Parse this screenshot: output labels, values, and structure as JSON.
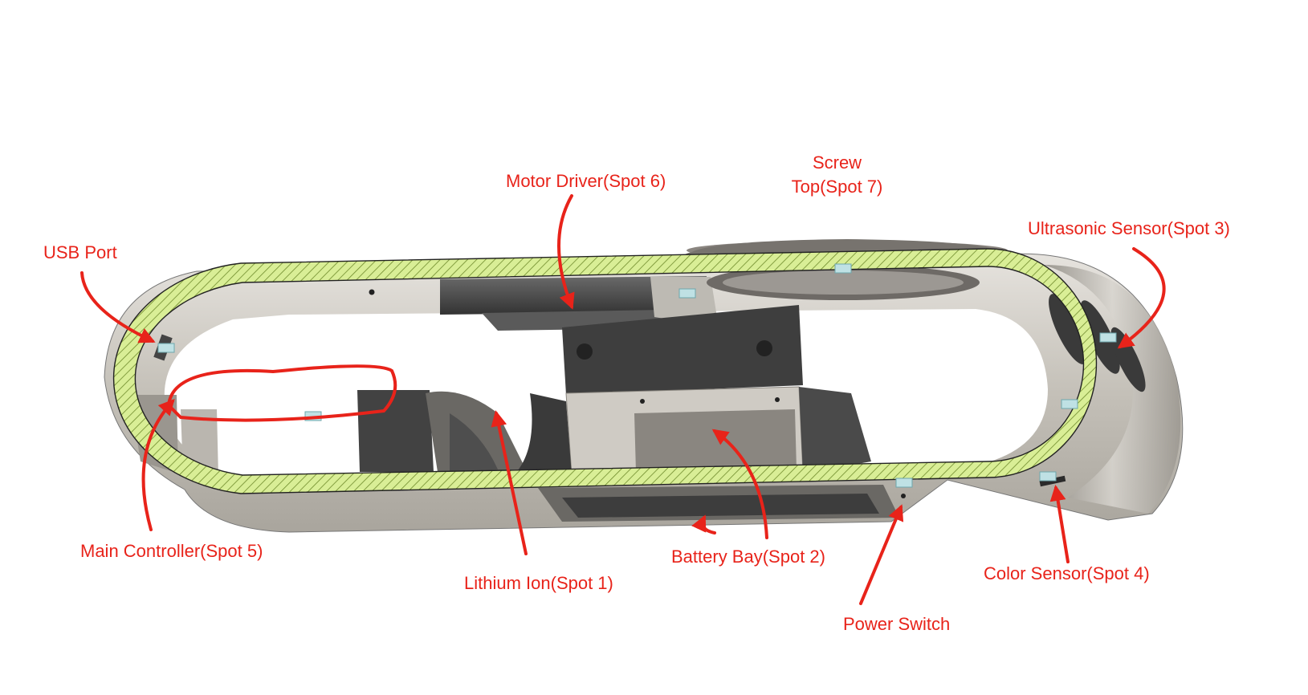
{
  "labels": {
    "usb_port": "USB Port",
    "motor_driver": "Motor Driver(Spot 6)",
    "screw_top_line1": "Screw",
    "screw_top_line2": "Top(Spot 7)",
    "ultrasonic_sensor": "Ultrasonic Sensor(Spot 3)",
    "main_controller": "Main Controller(Spot 5)",
    "lithium_ion": "Lithium Ion(Spot 1)",
    "battery_bay": "Battery Bay(Spot 2)",
    "power_switch": "Power Switch",
    "color_sensor": "Color Sensor(Spot 4)"
  },
  "colors": {
    "annotation": "#e8231a",
    "shell_section": "#d9ee96",
    "shell_hatch": "#6f8b2c",
    "body_metal": "#c9c5bd",
    "dark_part": "#4a4a4a"
  }
}
